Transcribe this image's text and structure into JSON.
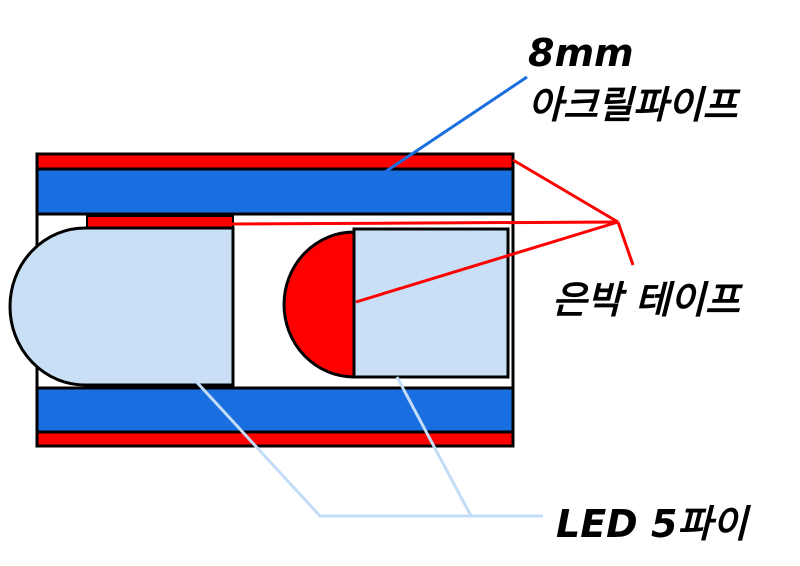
{
  "labels": {
    "pipe_size": "8mm",
    "pipe_name": "아크릴파이프",
    "tape": "은박 테이프",
    "led": "LED 5파이"
  },
  "colors": {
    "pipe_blue": "#1a6fe0",
    "tape_red": "#ff0000",
    "led_fill": "#c9dff5",
    "led_leader": "#c3dcf7",
    "pipe_leader": "#1a6fe0",
    "outline": "#000000"
  }
}
